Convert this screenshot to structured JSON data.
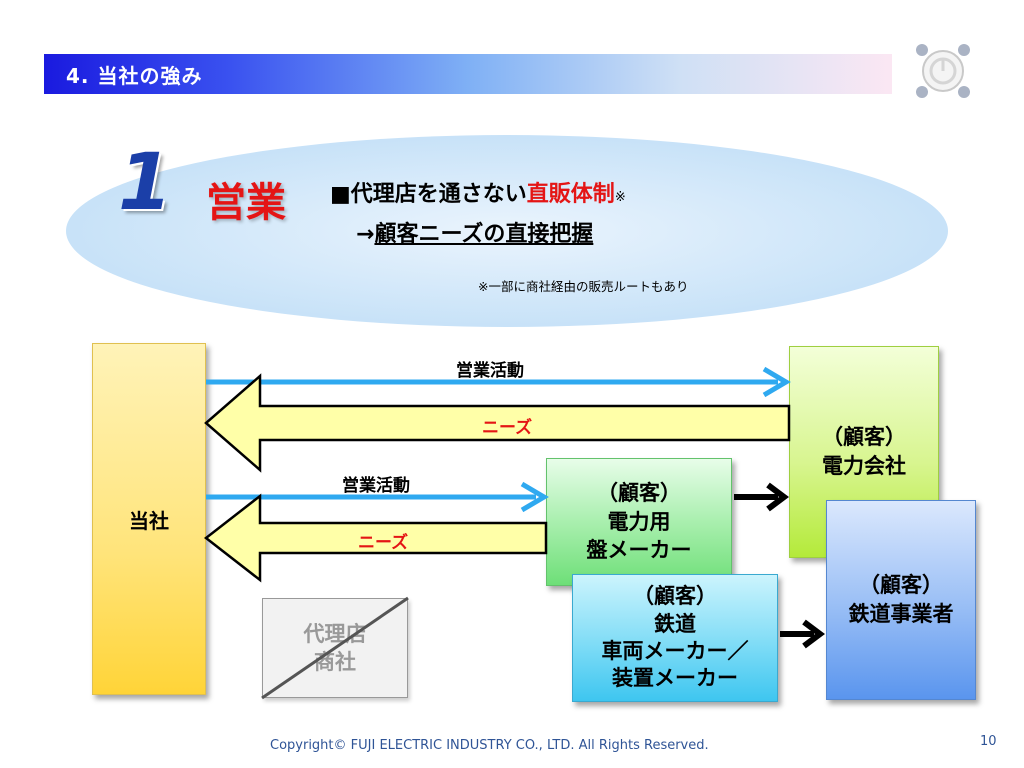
{
  "header": {
    "title": "4. 当社の強み"
  },
  "strength": {
    "number": "1",
    "label": "営業",
    "line1_prefix": "■代理店を通さない",
    "line1_highlight": "直販体制",
    "line1_mark": "※",
    "line2_arrow": "→",
    "line2_text": "顧客ニーズの直接把握",
    "note": "※一部に商社経由の販売ルートもあり"
  },
  "diagram": {
    "company": "当社",
    "customer_power_line1": "（顧客）",
    "customer_power_line2": "電力会社",
    "customer_panel_line1": "（顧客）",
    "customer_panel_line2": "電力用",
    "customer_panel_line3": "盤メーカー",
    "customer_rail_maker_line1": "（顧客）",
    "customer_rail_maker_line2": "鉄道",
    "customer_rail_maker_line3": "車両メーカー／",
    "customer_rail_maker_line4": "装置メーカー",
    "customer_rail_operator_line1": "（顧客）",
    "customer_rail_operator_line2": "鉄道事業者",
    "agent_line1": "代理店",
    "agent_line2": "商社",
    "sales_activity_1": "営業活動",
    "needs_1": "ニーズ",
    "sales_activity_2": "営業活動",
    "needs_2": "ニーズ"
  },
  "colors": {
    "accent_blue": "#2fa9f0",
    "needs_red": "#e41515",
    "needs_arrow_fill": "#ffffa8"
  },
  "footer": {
    "copyright": "Copyright© FUJI ELECTRIC INDUSTRY CO., LTD. All Rights Reserved.",
    "page": "10"
  }
}
